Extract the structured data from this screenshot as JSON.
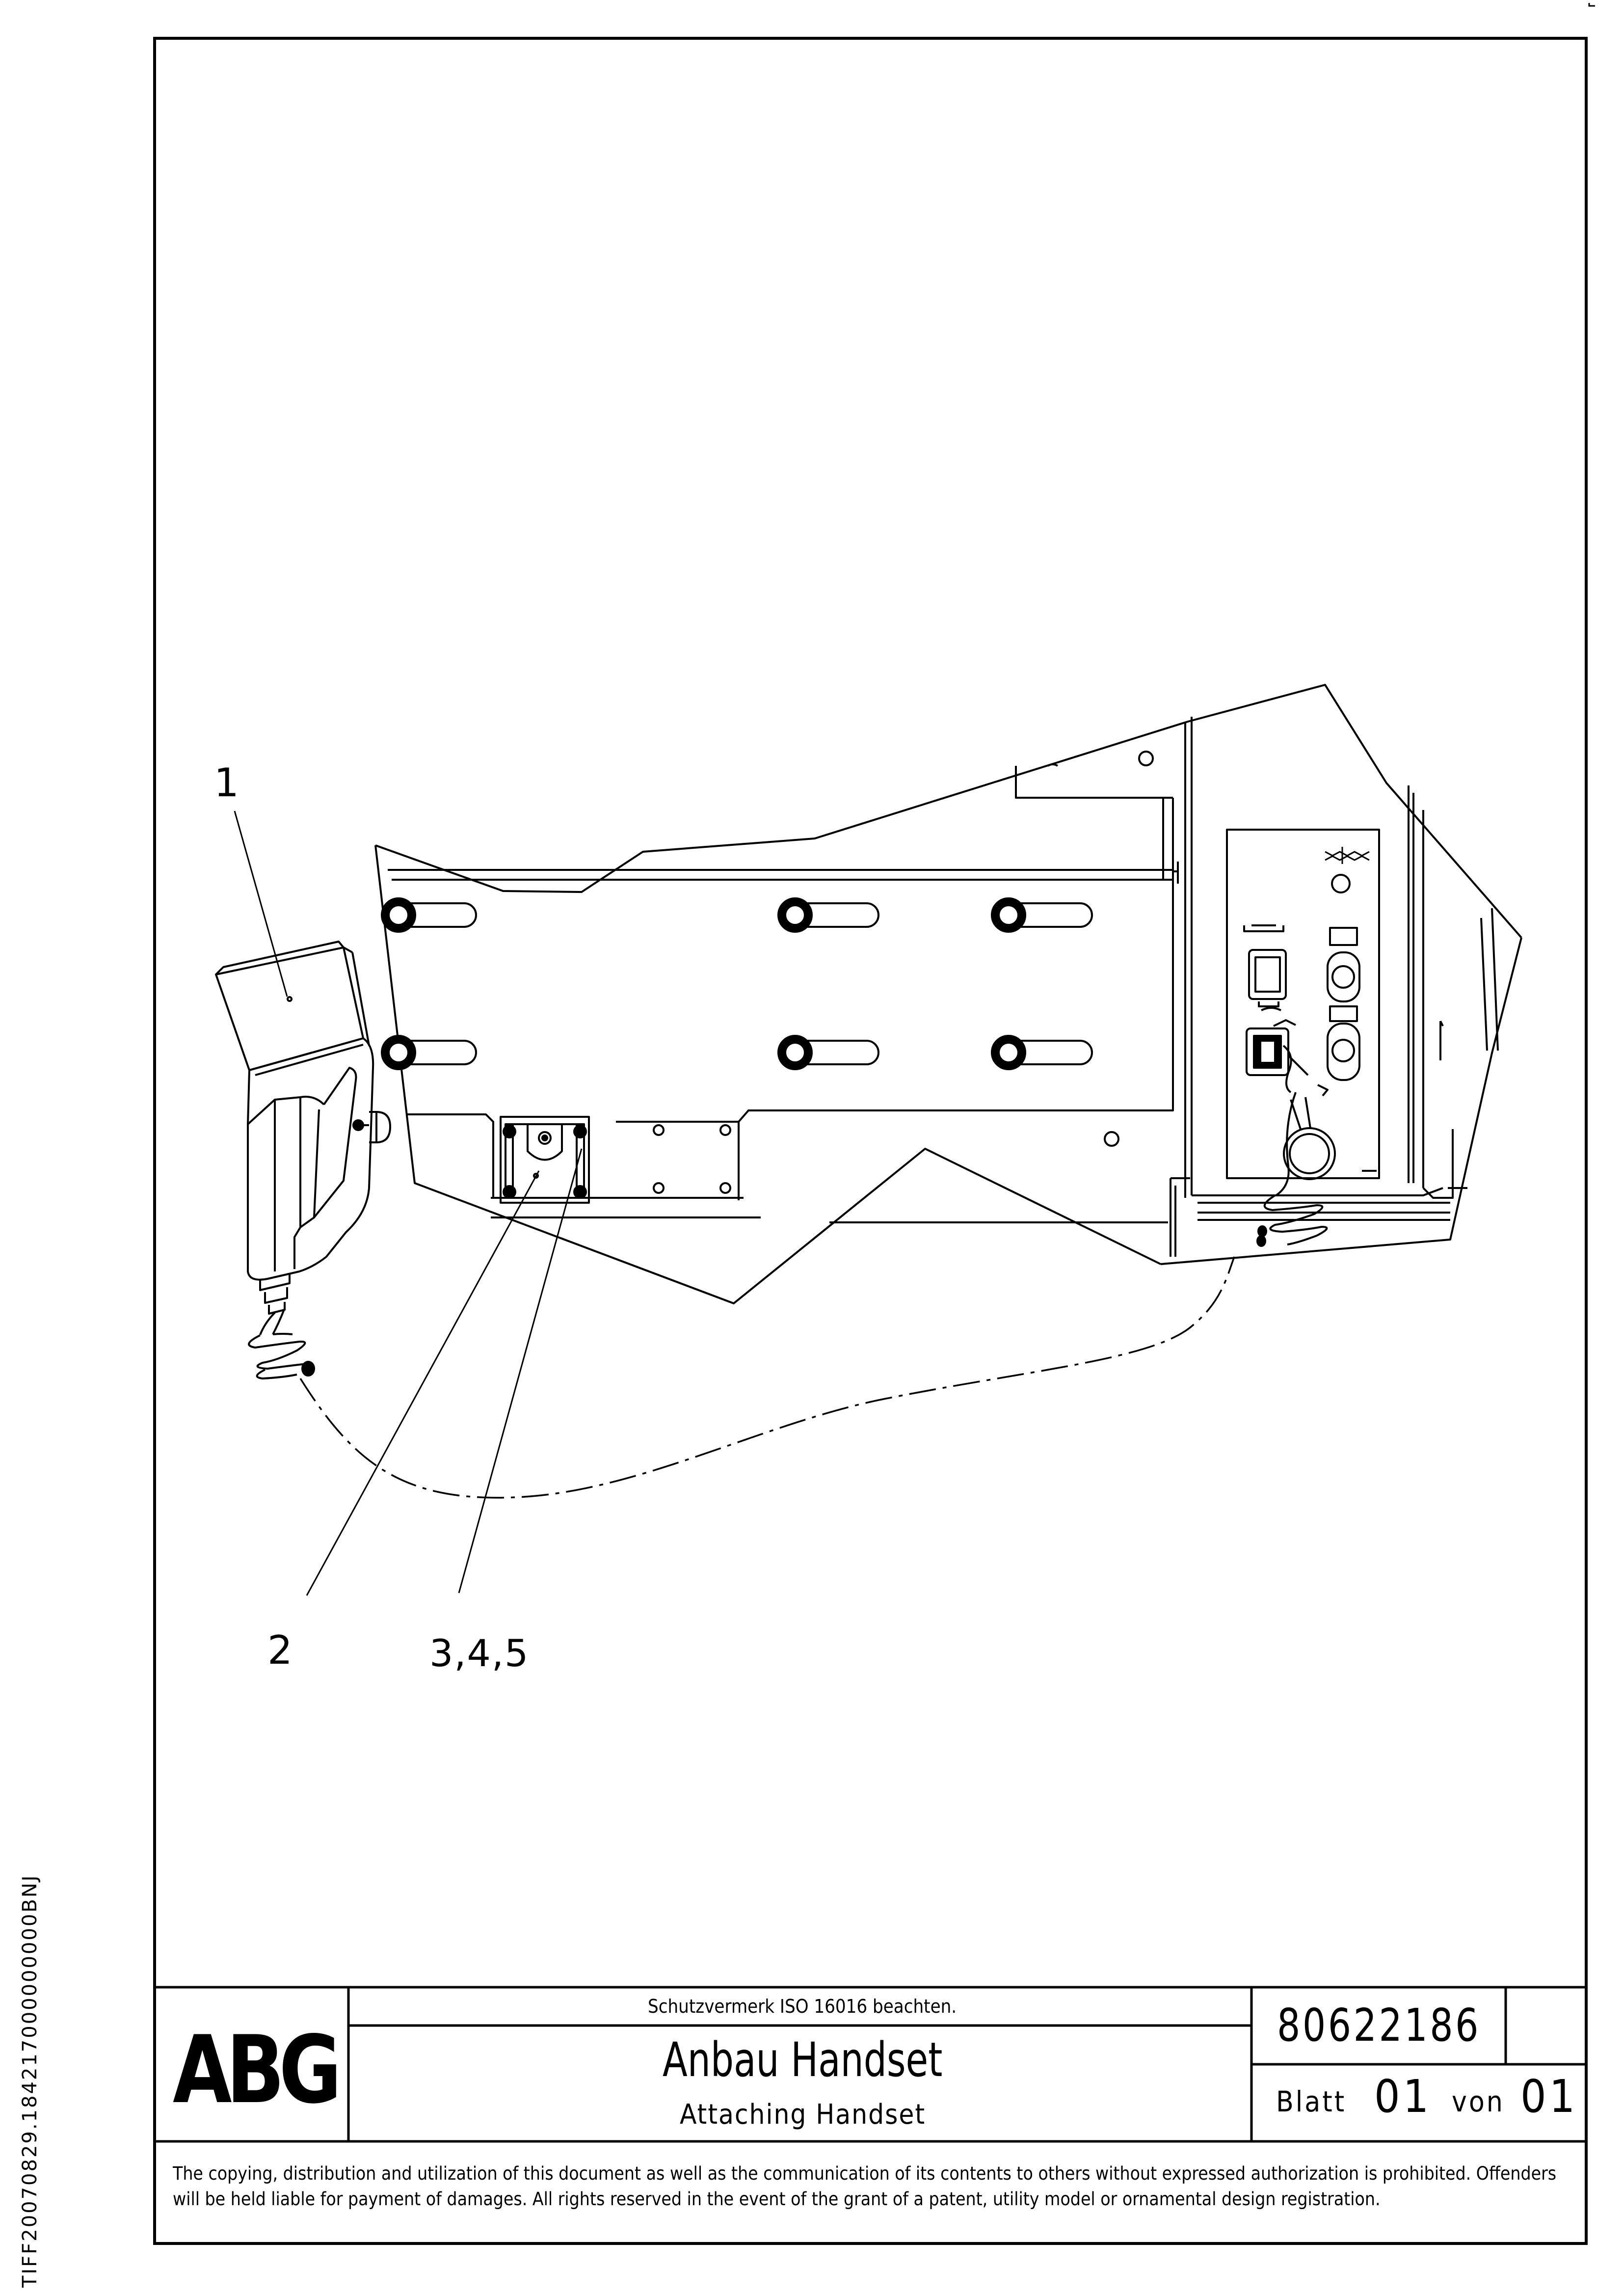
{
  "side_identifier": "TIFF20070829.184217000000000BNJ",
  "callouts": {
    "item_1": "1",
    "item_2": "2",
    "item_3_4_5": "3,4,5"
  },
  "title_block": {
    "logo": "ABG",
    "protection_notice": "Schutzvermerk ISO 16016 beachten.",
    "title_de": "Anbau Handset",
    "title_en": "Attaching Handset",
    "document_number": "80622186",
    "sheet_label": "Blatt",
    "sheet_number": "01",
    "of_label": "von",
    "sheet_total": "01"
  },
  "copyright_notice": "The copying, distribution and utilization of this document as well as the communication of its contents to others without expressed authorization is prohibited. Offenders will be held liable for payment of damages. All rights reserved in the event of the grant of a patent, utility model or ornamental design registration."
}
